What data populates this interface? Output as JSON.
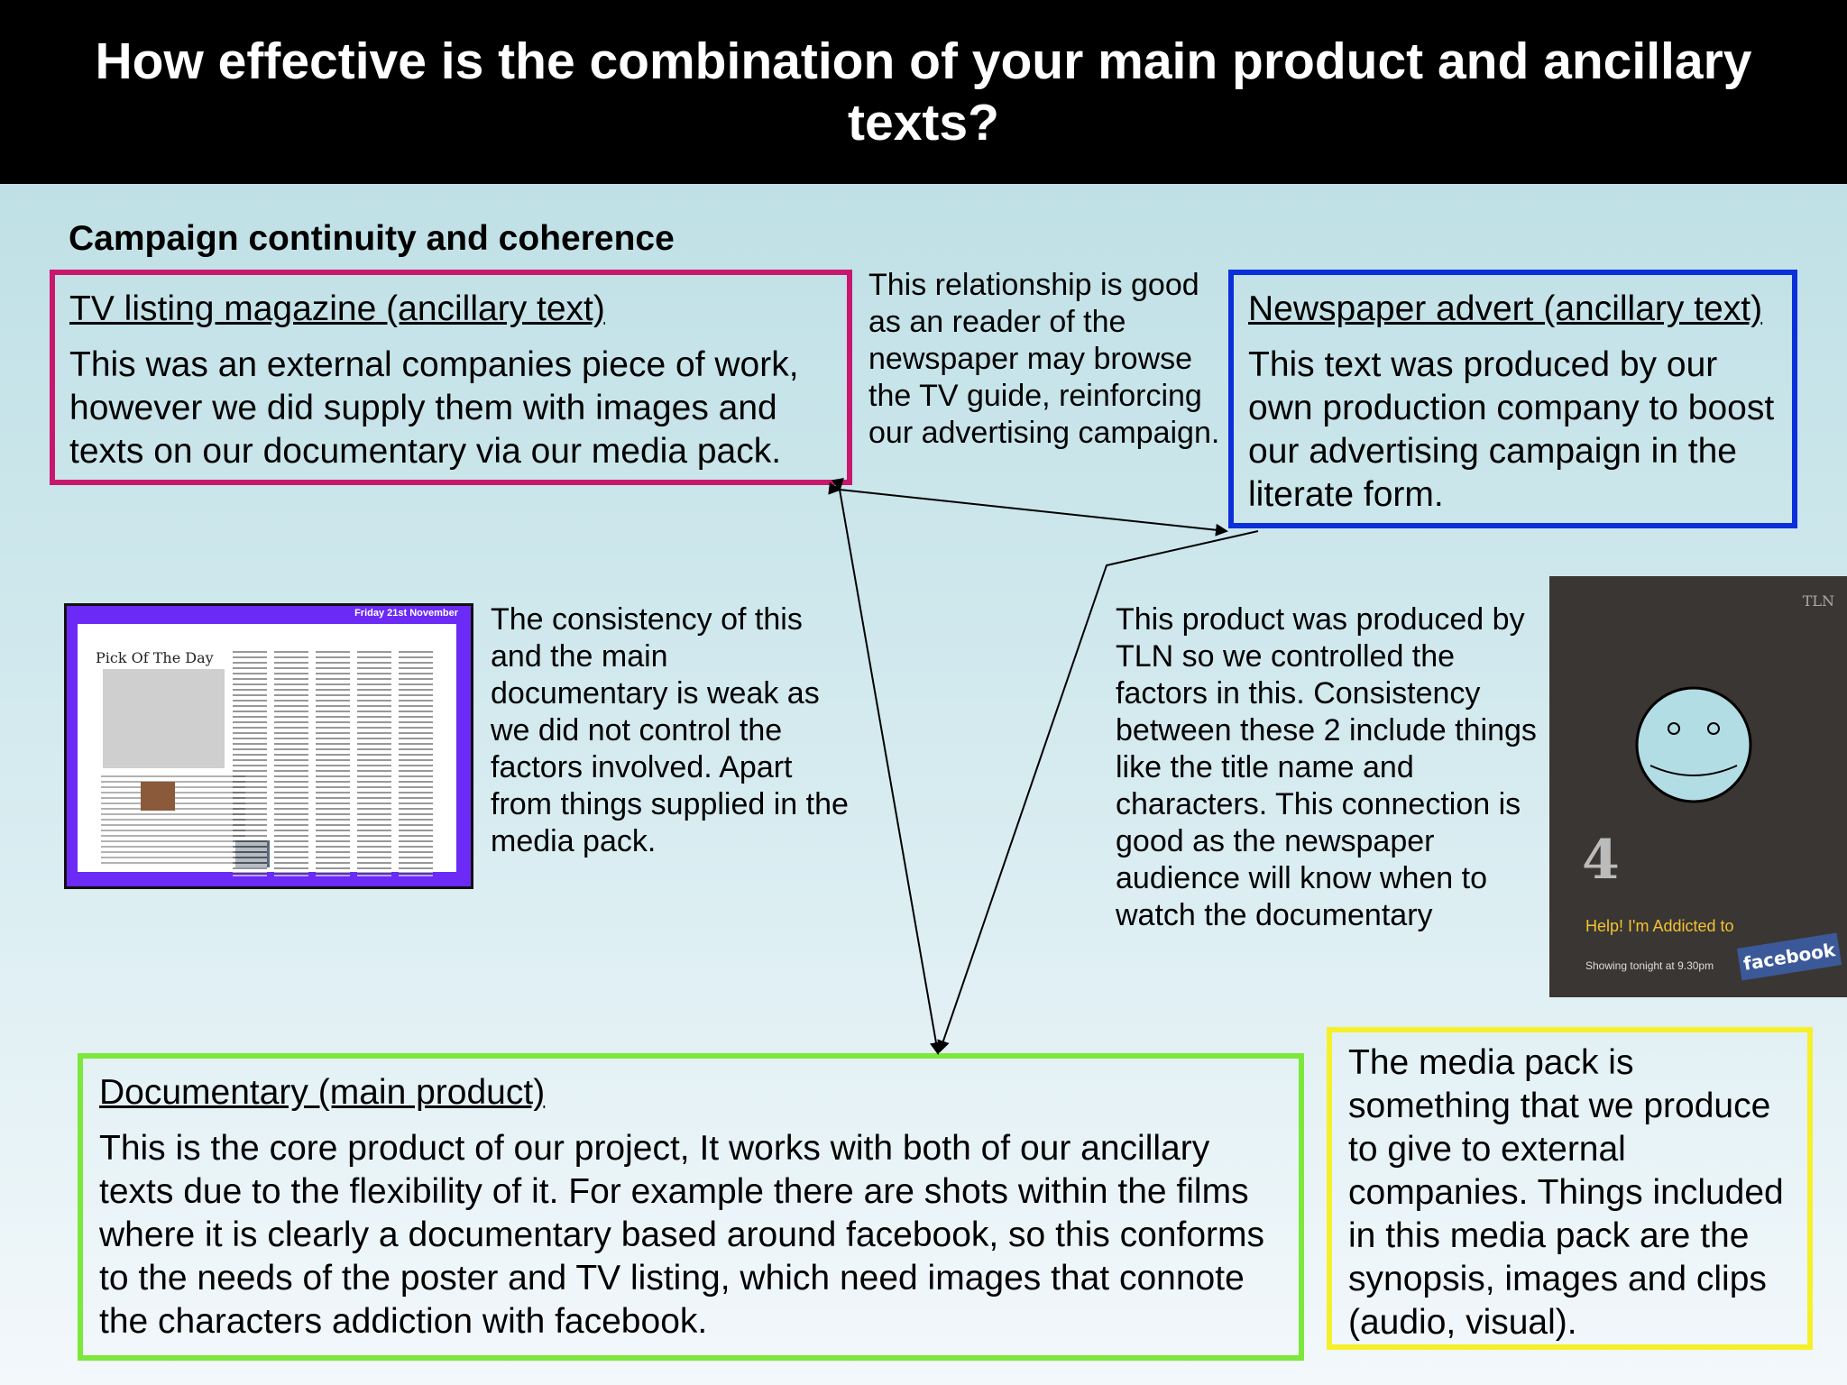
{
  "title": "How effective is the combination of your main product and ancillary texts?",
  "subtitle": "Campaign continuity and coherence",
  "tv_listing": {
    "heading": "TV listing magazine (ancillary text)",
    "body": "This was an external companies piece of work, however we did supply them with images and texts on our documentary via our media pack."
  },
  "relationship_note": "This relationship is good as an reader of the newspaper may browse the TV guide, reinforcing our advertising campaign.",
  "newspaper": {
    "heading": "Newspaper advert (ancillary text)",
    "body": "This text was produced by our own production company to boost our advertising campaign in the literate form."
  },
  "consistency_note": "The consistency of this and the main documentary is weak as we did not control the factors involved. Apart from things supplied in the media pack.",
  "product_note": "This product was produced by TLN so we controlled the factors in this. Consistency between these 2 include things like the title name and characters. This connection is good as the newspaper audience will know when to watch the documentary",
  "tv_thumbnail": {
    "date": "Friday 21st November",
    "pick": "Pick Of The Day"
  },
  "poster": {
    "corner": "TLN",
    "channel": "4",
    "tagline": "Help! I'm Addicted to",
    "showing": "Showing tonight at 9.30pm",
    "brand": "facebook",
    "face_color": "#b3dde4"
  },
  "documentary": {
    "heading": "Documentary (main product)",
    "body": "This is the core product of our project, It works with both of our ancillary texts due to the flexibility of it. For example there are shots within the films where it is clearly a documentary based around facebook, so this conforms to the needs of the poster and TV listing, which need images that connote the characters addiction with facebook."
  },
  "media_pack": "The media pack is something that we produce to give to external companies. Things included in this media pack are the synopsis, images and clips (audio, visual).",
  "colors": {
    "tv_border": "#c8186e",
    "news_border": "#0b2fd8",
    "doc_border": "#7be83b",
    "pack_border": "#f5f02a"
  }
}
